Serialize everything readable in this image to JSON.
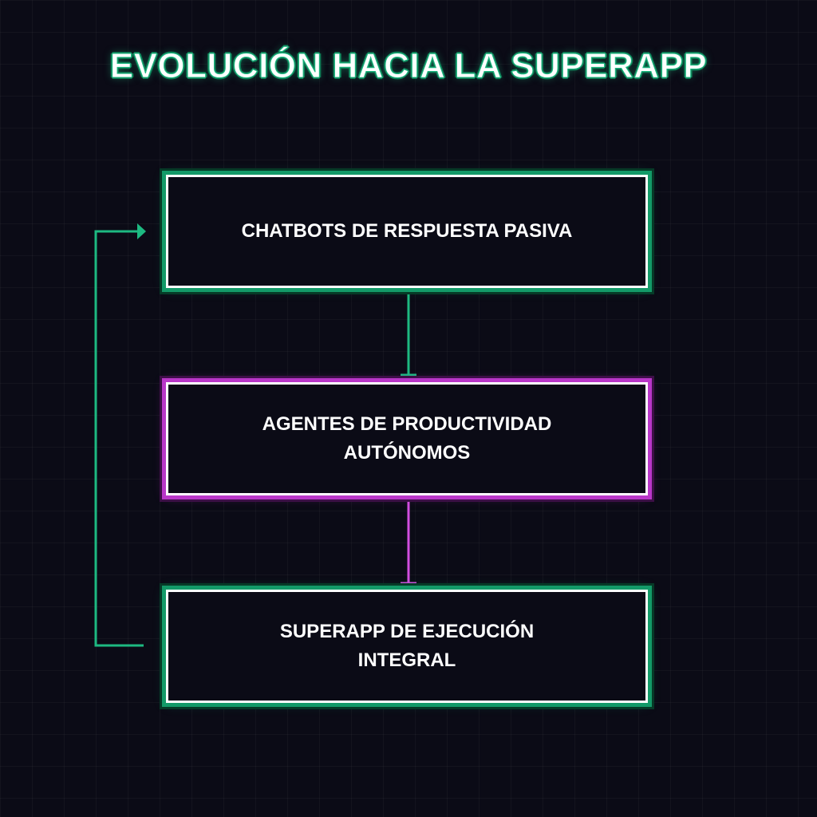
{
  "diagram": {
    "title": "EVOLUCIÓN HACIA LA SUPERAPP",
    "nodes": [
      {
        "id": "node-1",
        "label": "CHATBOTS DE RESPUESTA PASIVA",
        "accent": "#139a68"
      },
      {
        "id": "node-2",
        "label": "AGENTES DE PRODUCTIVIDAD AUTÓNOMOS",
        "accent": "#b936c8"
      },
      {
        "id": "node-3",
        "label": "SUPERAPP DE EJECUCIÓN INTEGRAL",
        "accent": "#139a68"
      }
    ],
    "edges": [
      {
        "from": "node-1",
        "to": "node-2",
        "color": "#1db981"
      },
      {
        "from": "node-2",
        "to": "node-3",
        "color": "#d24ee0"
      },
      {
        "from": "node-3",
        "to": "node-1",
        "color": "#1db981",
        "type": "loop-back"
      }
    ],
    "colors": {
      "background": "#0b0b16",
      "green": "#1db981",
      "purple": "#d24ee0",
      "text": "#ffffff"
    }
  }
}
